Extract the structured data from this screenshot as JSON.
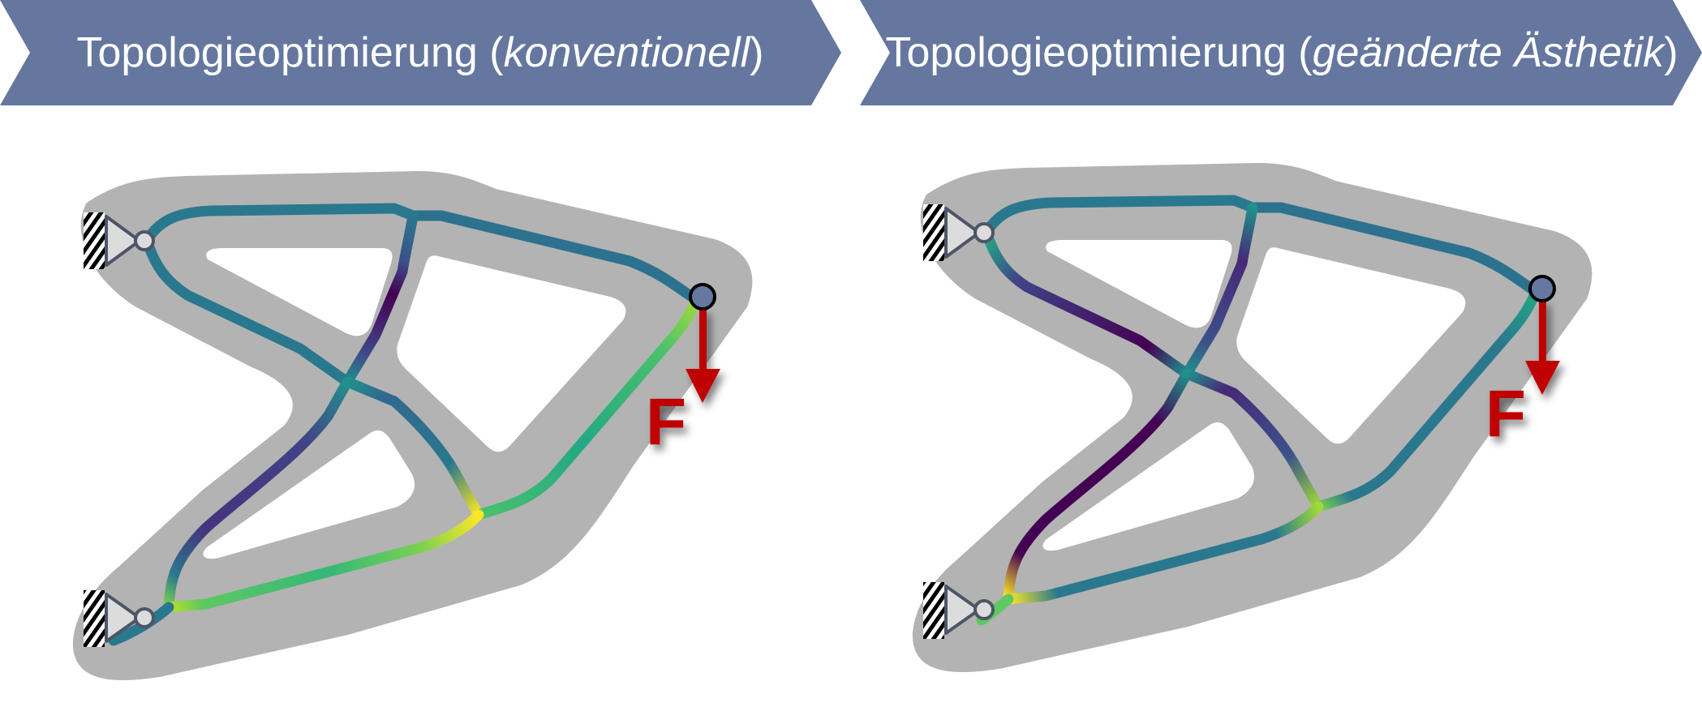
{
  "headers": [
    {
      "title": "Topologieoptimierung (",
      "emphasis": "konventionell",
      "close": ")"
    },
    {
      "title": "Topologieoptimierung (",
      "emphasis": "geänderte Ästhetik",
      "close": ")"
    }
  ],
  "load_label": "F",
  "colors": {
    "header": "#65779f",
    "design_space": "#b3b3b3",
    "force": "#c00000",
    "load_node": "#6677a0"
  }
}
